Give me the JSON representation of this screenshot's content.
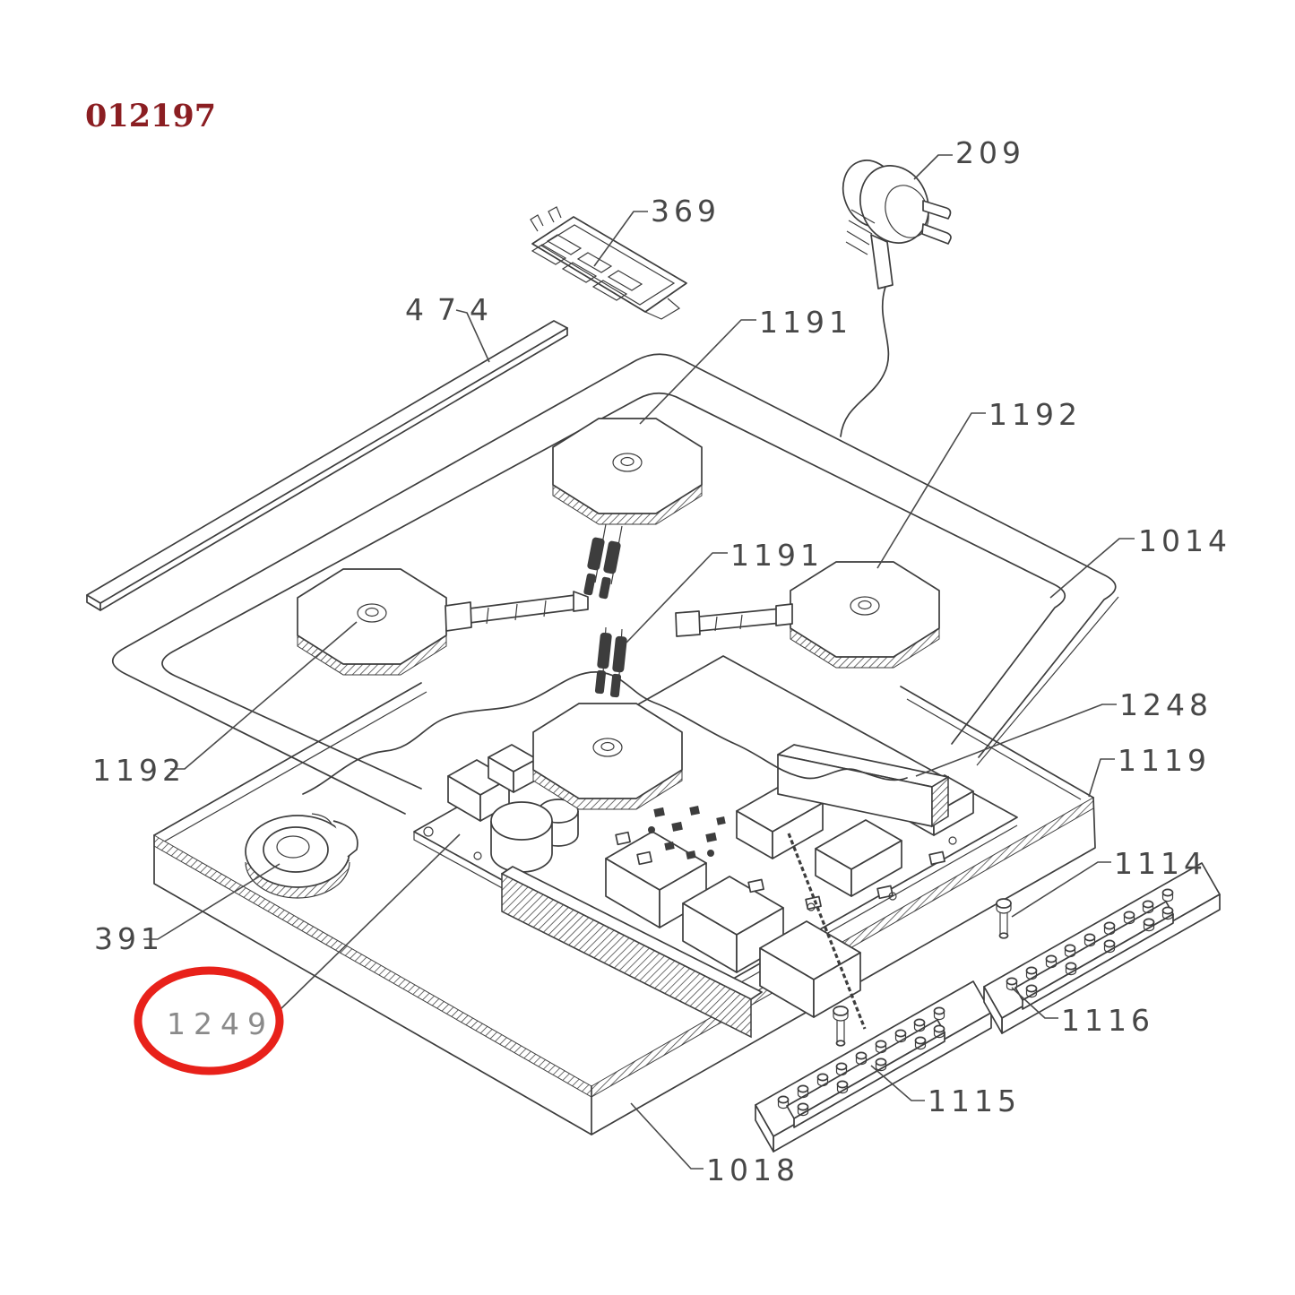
{
  "page": {
    "background": "#ffffff",
    "kind": "exploded-parts-diagram",
    "subject": "induction cooktop assembly"
  },
  "title": {
    "text": "012197",
    "color": "#8b1e22"
  },
  "diagram": {
    "line_color": "#3d3d3d",
    "label_color": "#474747",
    "highlight": {
      "part": "1249",
      "color": "#e8211a",
      "shape": "ellipse"
    },
    "parts": [
      {
        "label": "209"
      },
      {
        "label": "369"
      },
      {
        "label": "474"
      },
      {
        "label": "1191"
      },
      {
        "label": "1192"
      },
      {
        "label": "1014"
      },
      {
        "label": "1191"
      },
      {
        "label": "1248"
      },
      {
        "label": "1119"
      },
      {
        "label": "1114"
      },
      {
        "label": "1116"
      },
      {
        "label": "1115"
      },
      {
        "label": "1018"
      },
      {
        "label": "391"
      },
      {
        "label": "1192"
      },
      {
        "label": "1249",
        "highlighted": true
      }
    ]
  }
}
